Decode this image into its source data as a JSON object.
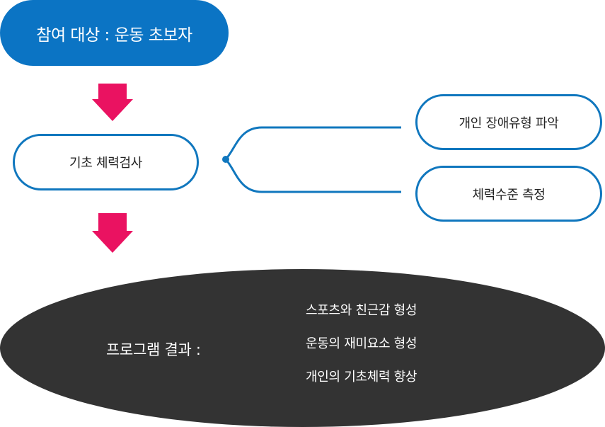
{
  "participants": {
    "label": "참여 대상 : 운동 초보자"
  },
  "assessment": {
    "label": "기초 체력검사",
    "branches": [
      {
        "label": "개인 장애유형 파악"
      },
      {
        "label": "체력수준 측정"
      }
    ]
  },
  "results": {
    "title": "프로그램 결과 :",
    "items": [
      "스포츠와 친근감 형성",
      "운동의 재미요소 형성",
      "개인의 기초체력 향상"
    ]
  },
  "colors": {
    "primary_blue": "#0b74c4",
    "outline_blue": "#1077be",
    "arrow_pink": "#ea1261",
    "dark_fill": "#333333"
  }
}
